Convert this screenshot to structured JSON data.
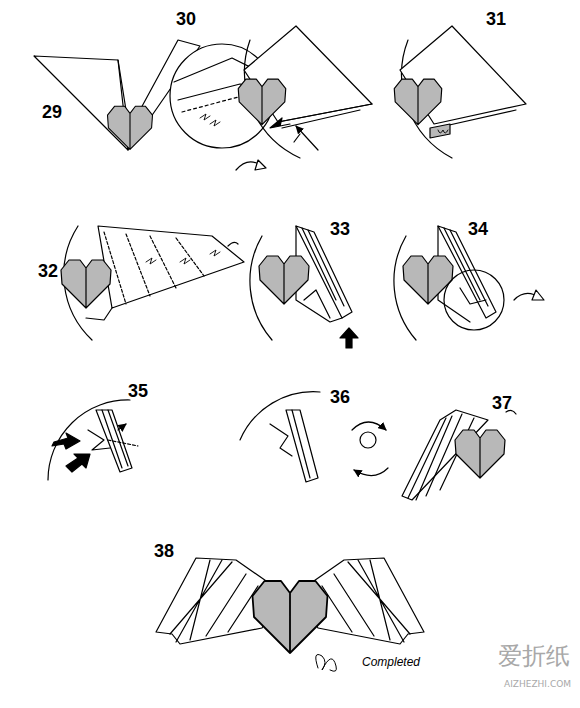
{
  "diagram": {
    "labels": [
      "29",
      "30",
      "31",
      "32",
      "33",
      "34",
      "35",
      "36",
      "37",
      "38",
      "Completed",
      "爱折纸",
      "AIZHEZHI.COM"
    ]
  }
}
